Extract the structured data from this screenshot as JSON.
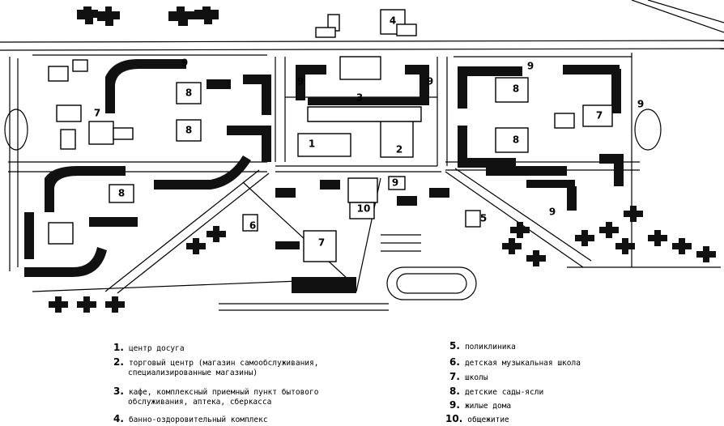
{
  "map": {
    "markers": [
      {
        "id": "m1",
        "label": "1"
      },
      {
        "id": "m2",
        "label": "2"
      },
      {
        "id": "m3",
        "label": "3"
      },
      {
        "id": "m4",
        "label": "4"
      },
      {
        "id": "m5",
        "label": "5"
      },
      {
        "id": "m6",
        "label": "6"
      },
      {
        "id": "m7a",
        "label": "7"
      },
      {
        "id": "m7b",
        "label": "7"
      },
      {
        "id": "m7c",
        "label": "7"
      },
      {
        "id": "m8a",
        "label": "8"
      },
      {
        "id": "m8b",
        "label": "8"
      },
      {
        "id": "m8c",
        "label": "8"
      },
      {
        "id": "m8d",
        "label": "8"
      },
      {
        "id": "m8e",
        "label": "8"
      },
      {
        "id": "m9a",
        "label": "9"
      },
      {
        "id": "m9b",
        "label": "9"
      },
      {
        "id": "m9c",
        "label": "9"
      },
      {
        "id": "m9d",
        "label": "9"
      },
      {
        "id": "m9e",
        "label": "9"
      },
      {
        "id": "m9f",
        "label": "9"
      },
      {
        "id": "m9g",
        "label": "9"
      },
      {
        "id": "m10",
        "label": "10"
      }
    ]
  },
  "legend": [
    {
      "num": "1.",
      "text": "центр досуга"
    },
    {
      "num": "2.",
      "text": "торговый центр (магазин самообслуживания,"
    },
    {
      "num": "",
      "text": "специализированные магазины)"
    },
    {
      "num": "3.",
      "text": "кафе, комплексный приемный пункт бытового"
    },
    {
      "num": "",
      "text": "обслуживания, аптека, сберкасса"
    },
    {
      "num": "4.",
      "text": "банно-оздоровительный комплекс"
    },
    {
      "num": "5.",
      "text": "поликлиника"
    },
    {
      "num": "6.",
      "text": "детская музыкальная школа"
    },
    {
      "num": "7.",
      "text": "школы"
    },
    {
      "num": "8.",
      "text": "детские сады-ясли"
    },
    {
      "num": "9.",
      "text": "жилые дома"
    },
    {
      "num": "10.",
      "text": "общежитие"
    }
  ]
}
